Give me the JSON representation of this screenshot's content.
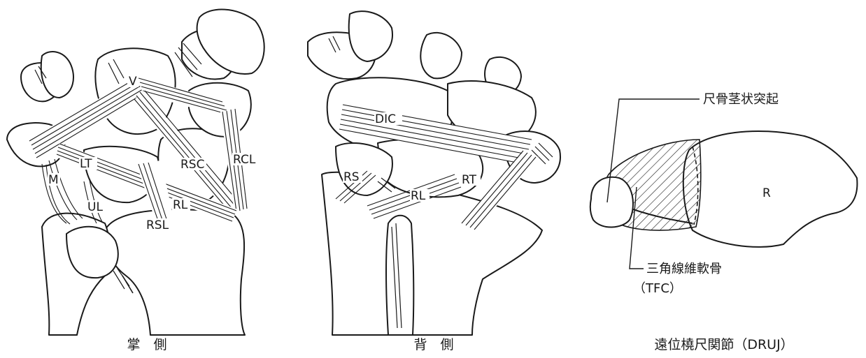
{
  "palmar": {
    "caption": "掌　側",
    "labels": {
      "V": "V",
      "LT": "LT",
      "M": "M",
      "UL": "UL",
      "RL": "RL",
      "RSL": "RSL",
      "RSC": "RSC",
      "RCL": "RCL"
    }
  },
  "dorsal": {
    "caption": "背　側",
    "labels": {
      "DIC": "DIC",
      "RS": "RS",
      "RL": "RL",
      "RT": "RT"
    }
  },
  "druj": {
    "caption": "遠位橈尺関節（DRUJ）",
    "ulnar_styloid": "尺骨茎状突起",
    "tfc_name": "三角線維軟骨",
    "tfc_abbr": "（TFC）",
    "radius": "R"
  }
}
